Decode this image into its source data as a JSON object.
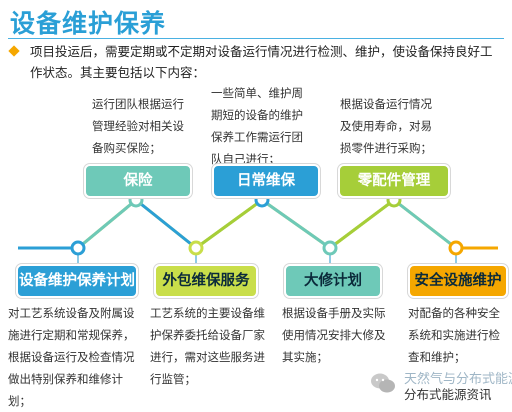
{
  "title": "设备维护保养",
  "intro": "项目投运后，需要定期或不定期对设备运行情况进行检测、维护，使设备保持良好工作状态。其主要包括以下内容：",
  "top_items": [
    {
      "label": "保险",
      "desc": "运行团队根据运行管理经验对相关设备购买保险；",
      "color": "#6ec9b8"
    },
    {
      "label": "日常维保",
      "desc": "一些简单、维护周期短的设备的维护保养工作需运行团队自己进行；",
      "color": "#2b9fd6"
    },
    {
      "label": "零配件管理",
      "desc": "根据设备运行情况及使用寿命，对易损零件进行采购；",
      "color": "#a6ce39"
    }
  ],
  "bottom_items": [
    {
      "label": "设备维护保养计划",
      "desc": "对工艺系统设备及附属设施进行定期和常规保养，根据设备运行及检查情况做出特别保养和维修计划；",
      "color": "#2b9fd6"
    },
    {
      "label": "外包维保服务",
      "desc": "工艺系统的主要设备维护保养委托给设备厂家进行，需对这些服务进行监管；",
      "color": "#c9de4a"
    },
    {
      "label": "大修计划",
      "desc": "根据设备手册及实际使用情况安排大修及其实施；",
      "color": "#6ec9b8"
    },
    {
      "label": "安全设施维护",
      "desc": "对配备的各种安全系统和实施进行检查和维护；",
      "color": "#f5a700"
    }
  ],
  "watermark": {
    "line1": "天然气与分布式能源",
    "line2": "分布式能源资讯"
  },
  "colors": {
    "title": "#2a9fd6",
    "line_blue": "#2b9fd6",
    "line_green": "#a6ce39",
    "line_teal": "#6ec9b8",
    "bullet": "#f5a700"
  }
}
